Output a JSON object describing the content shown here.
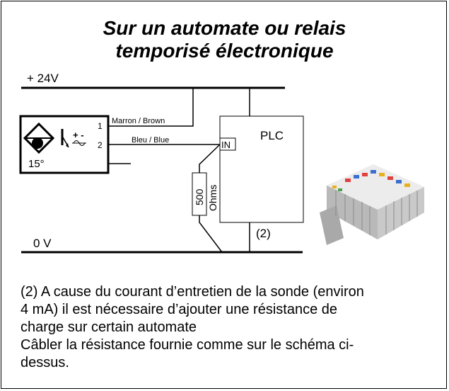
{
  "title": {
    "line1": "Sur un automate ou relais",
    "line2": "temporisé électronique"
  },
  "diagram": {
    "supply_positive_label": "+ 24V",
    "supply_zero_label": "0 V",
    "wire_brown_label": "Marron / Brown",
    "wire_blue_label": "Bleu / Blue",
    "pin_1_label": "1",
    "pin_2_label": "2",
    "sensor_symbol_plus_minus": "+ -",
    "sensor_angle_label": "15°",
    "plc_label": "PLC",
    "plc_input_label": "IN",
    "resistor_value_label": "500",
    "resistor_unit_label": "Ohms",
    "note_marker_label": "(2)"
  },
  "note": {
    "line1": "(2) A cause du courant d’entretien de la sonde (environ",
    "line2": "4 mA) il est nécessaire d’ajouter une résistance de",
    "line3": "charge sur certain automate",
    "line4": "Câbler la résistance fournie comme sur le schéma ci-",
    "line5": "dessus."
  }
}
